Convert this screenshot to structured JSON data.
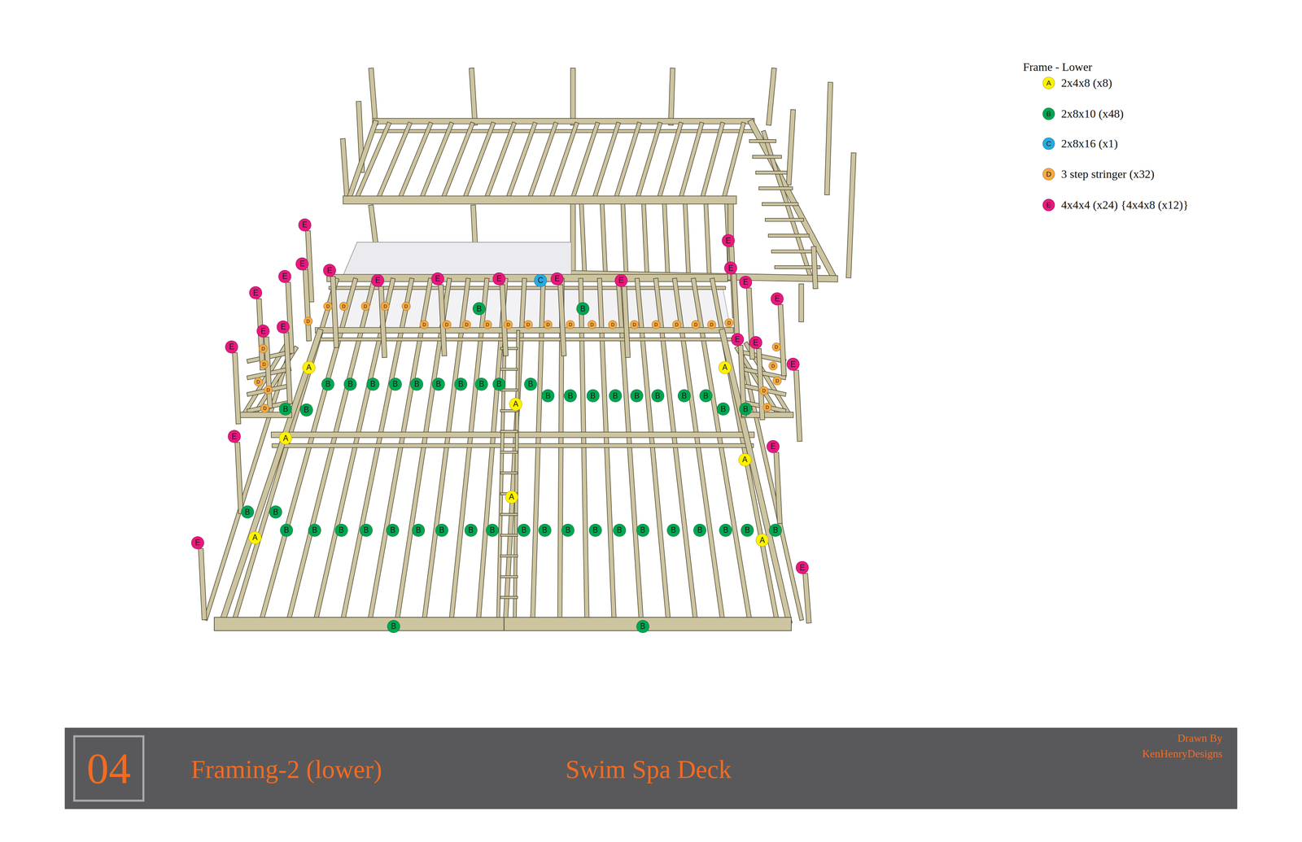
{
  "diagram": {
    "title": "Swim Spa Deck",
    "nodes": [
      {
        "text": [
          "04"
        ]
      }
    ],
    "labels": [
      "Frame - Lower",
      "A",
      "B",
      "C",
      "D",
      "E",
      "Framing-2 (lower)",
      "Drawn By KenHenryDesigns",
      "E",
      "E",
      "E",
      "E",
      "E",
      "E",
      "E",
      "E",
      "E",
      "E",
      "E",
      "E",
      "E",
      "E",
      "E",
      "E",
      "E",
      "E",
      "E",
      "E",
      "E",
      "E",
      "E",
      "E",
      "C",
      "D",
      "D",
      "D",
      "D",
      "D",
      "D",
      "D",
      "D",
      "D",
      "D",
      "D",
      "D",
      "D",
      "D",
      "D",
      "D",
      "D",
      "D",
      "D",
      "D",
      "D",
      "D",
      "D",
      "D",
      "D",
      "D",
      "D",
      "D",
      "D",
      "D",
      "D",
      "D",
      "A",
      "A",
      "A",
      "A",
      "A",
      "A",
      "A",
      "A",
      "B",
      "B",
      "B",
      "B",
      "B",
      "B",
      "B",
      "B",
      "B",
      "B",
      "B",
      "B",
      "B",
      "B",
      "B",
      "B",
      "B",
      "B",
      "B",
      "B",
      "B",
      "B",
      "B",
      "B",
      "B",
      "B",
      "B",
      "B",
      "B",
      "B",
      "B",
      "B",
      "B",
      "B",
      "B",
      "B",
      "B",
      "B",
      "B",
      "B",
      "B",
      "B",
      "B",
      "B",
      "B",
      "B",
      "B",
      "B"
    ],
    "legend": [
      {
        "text": "2x4x8 (x8)",
        "color": "#fff200"
      },
      {
        "text": "2x8x10 (x48)",
        "color": "#00a651"
      },
      {
        "text": "2x8x16 (x1)",
        "color": "#27aae1"
      },
      {
        "text": "3 step stringer (x32)",
        "color": "#f7a941"
      },
      {
        "text": "4x4x4 (x24) {4x4x8 (x12)}",
        "color": "#e6197e"
      }
    ]
  }
}
